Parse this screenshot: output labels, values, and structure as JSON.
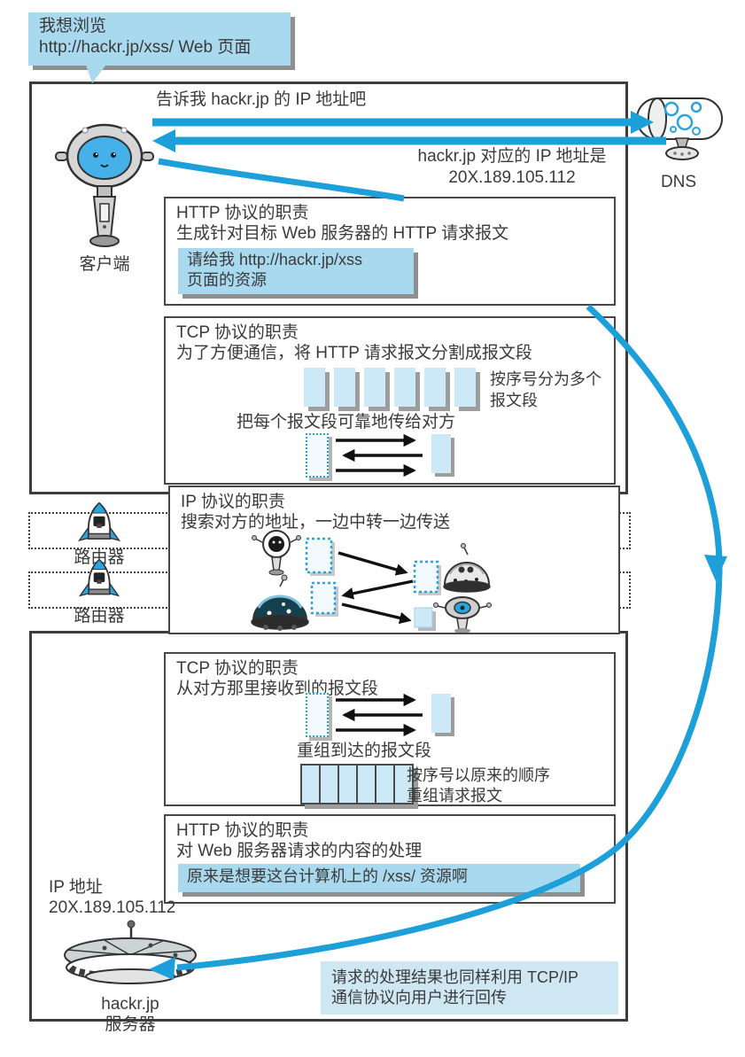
{
  "colors": {
    "accent_blue": "#1d9fd9",
    "bubble_blue": "#a9d9ef",
    "panel_blue": "#cde9f7",
    "note_blue": "#cfe7f2",
    "border_dark": "#454545"
  },
  "icons": {
    "client-robot-icon": "round-head robot",
    "dns-server-icon": "horizontal cylinder machine",
    "router-icon": "small rocket",
    "relay-robot-icon": "small relay robots",
    "web-server-icon": "flying-saucer disc server",
    "packet-icon": "message segment rectangle"
  },
  "top_bubble": {
    "line1": "我想浏览",
    "line2": "http://hackr.jp/xss/ Web 页面"
  },
  "client": {
    "label": "客户端",
    "query": "告诉我 hackr.jp 的 IP 地址吧"
  },
  "dns": {
    "label": "DNS",
    "reply_line1": "hackr.jp 对应的 IP 地址是",
    "reply_line2": "20X.189.105.112"
  },
  "http_request": {
    "title": "HTTP 协议的职责",
    "desc": "生成针对目标 Web 服务器的 HTTP 请求报文",
    "bubble_line1": "请给我 http://hackr.jp/xss",
    "bubble_line2": "页面的资源"
  },
  "tcp_send": {
    "title": "TCP 协议的职责",
    "desc": "为了方便通信，将 HTTP 请求报文分割成报文段",
    "seq_note_line1": "按序号分为多个",
    "seq_note_line2": "报文段",
    "reliable_note": "把每个报文段可靠地传给对方"
  },
  "ip_layer": {
    "title": "IP 协议的职责",
    "desc": "搜索对方的地址，一边中转一边传送"
  },
  "routers": {
    "labels": [
      "路由器",
      "路由器"
    ]
  },
  "tcp_receive": {
    "title": "TCP 协议的职责",
    "desc": "从对方那里接收到的报文段",
    "reassemble_note": "重组到达的报文段",
    "order_note_line1": "按序号以原来的顺序",
    "order_note_line2": "重组请求报文"
  },
  "http_server": {
    "title": "HTTP 协议的职责",
    "desc": "对 Web 服务器请求的内容的处理",
    "bubble": "原来是想要这台计算机上的 /xss/ 资源啊"
  },
  "server": {
    "ip_caption": "IP 地址",
    "ip": "20X.189.105.112",
    "host": "hackr.jp",
    "label": "服务器"
  },
  "reply_note": {
    "line1": "请求的处理结果也同样利用 TCP/IP",
    "line2": "通信协议向用户进行回传"
  }
}
